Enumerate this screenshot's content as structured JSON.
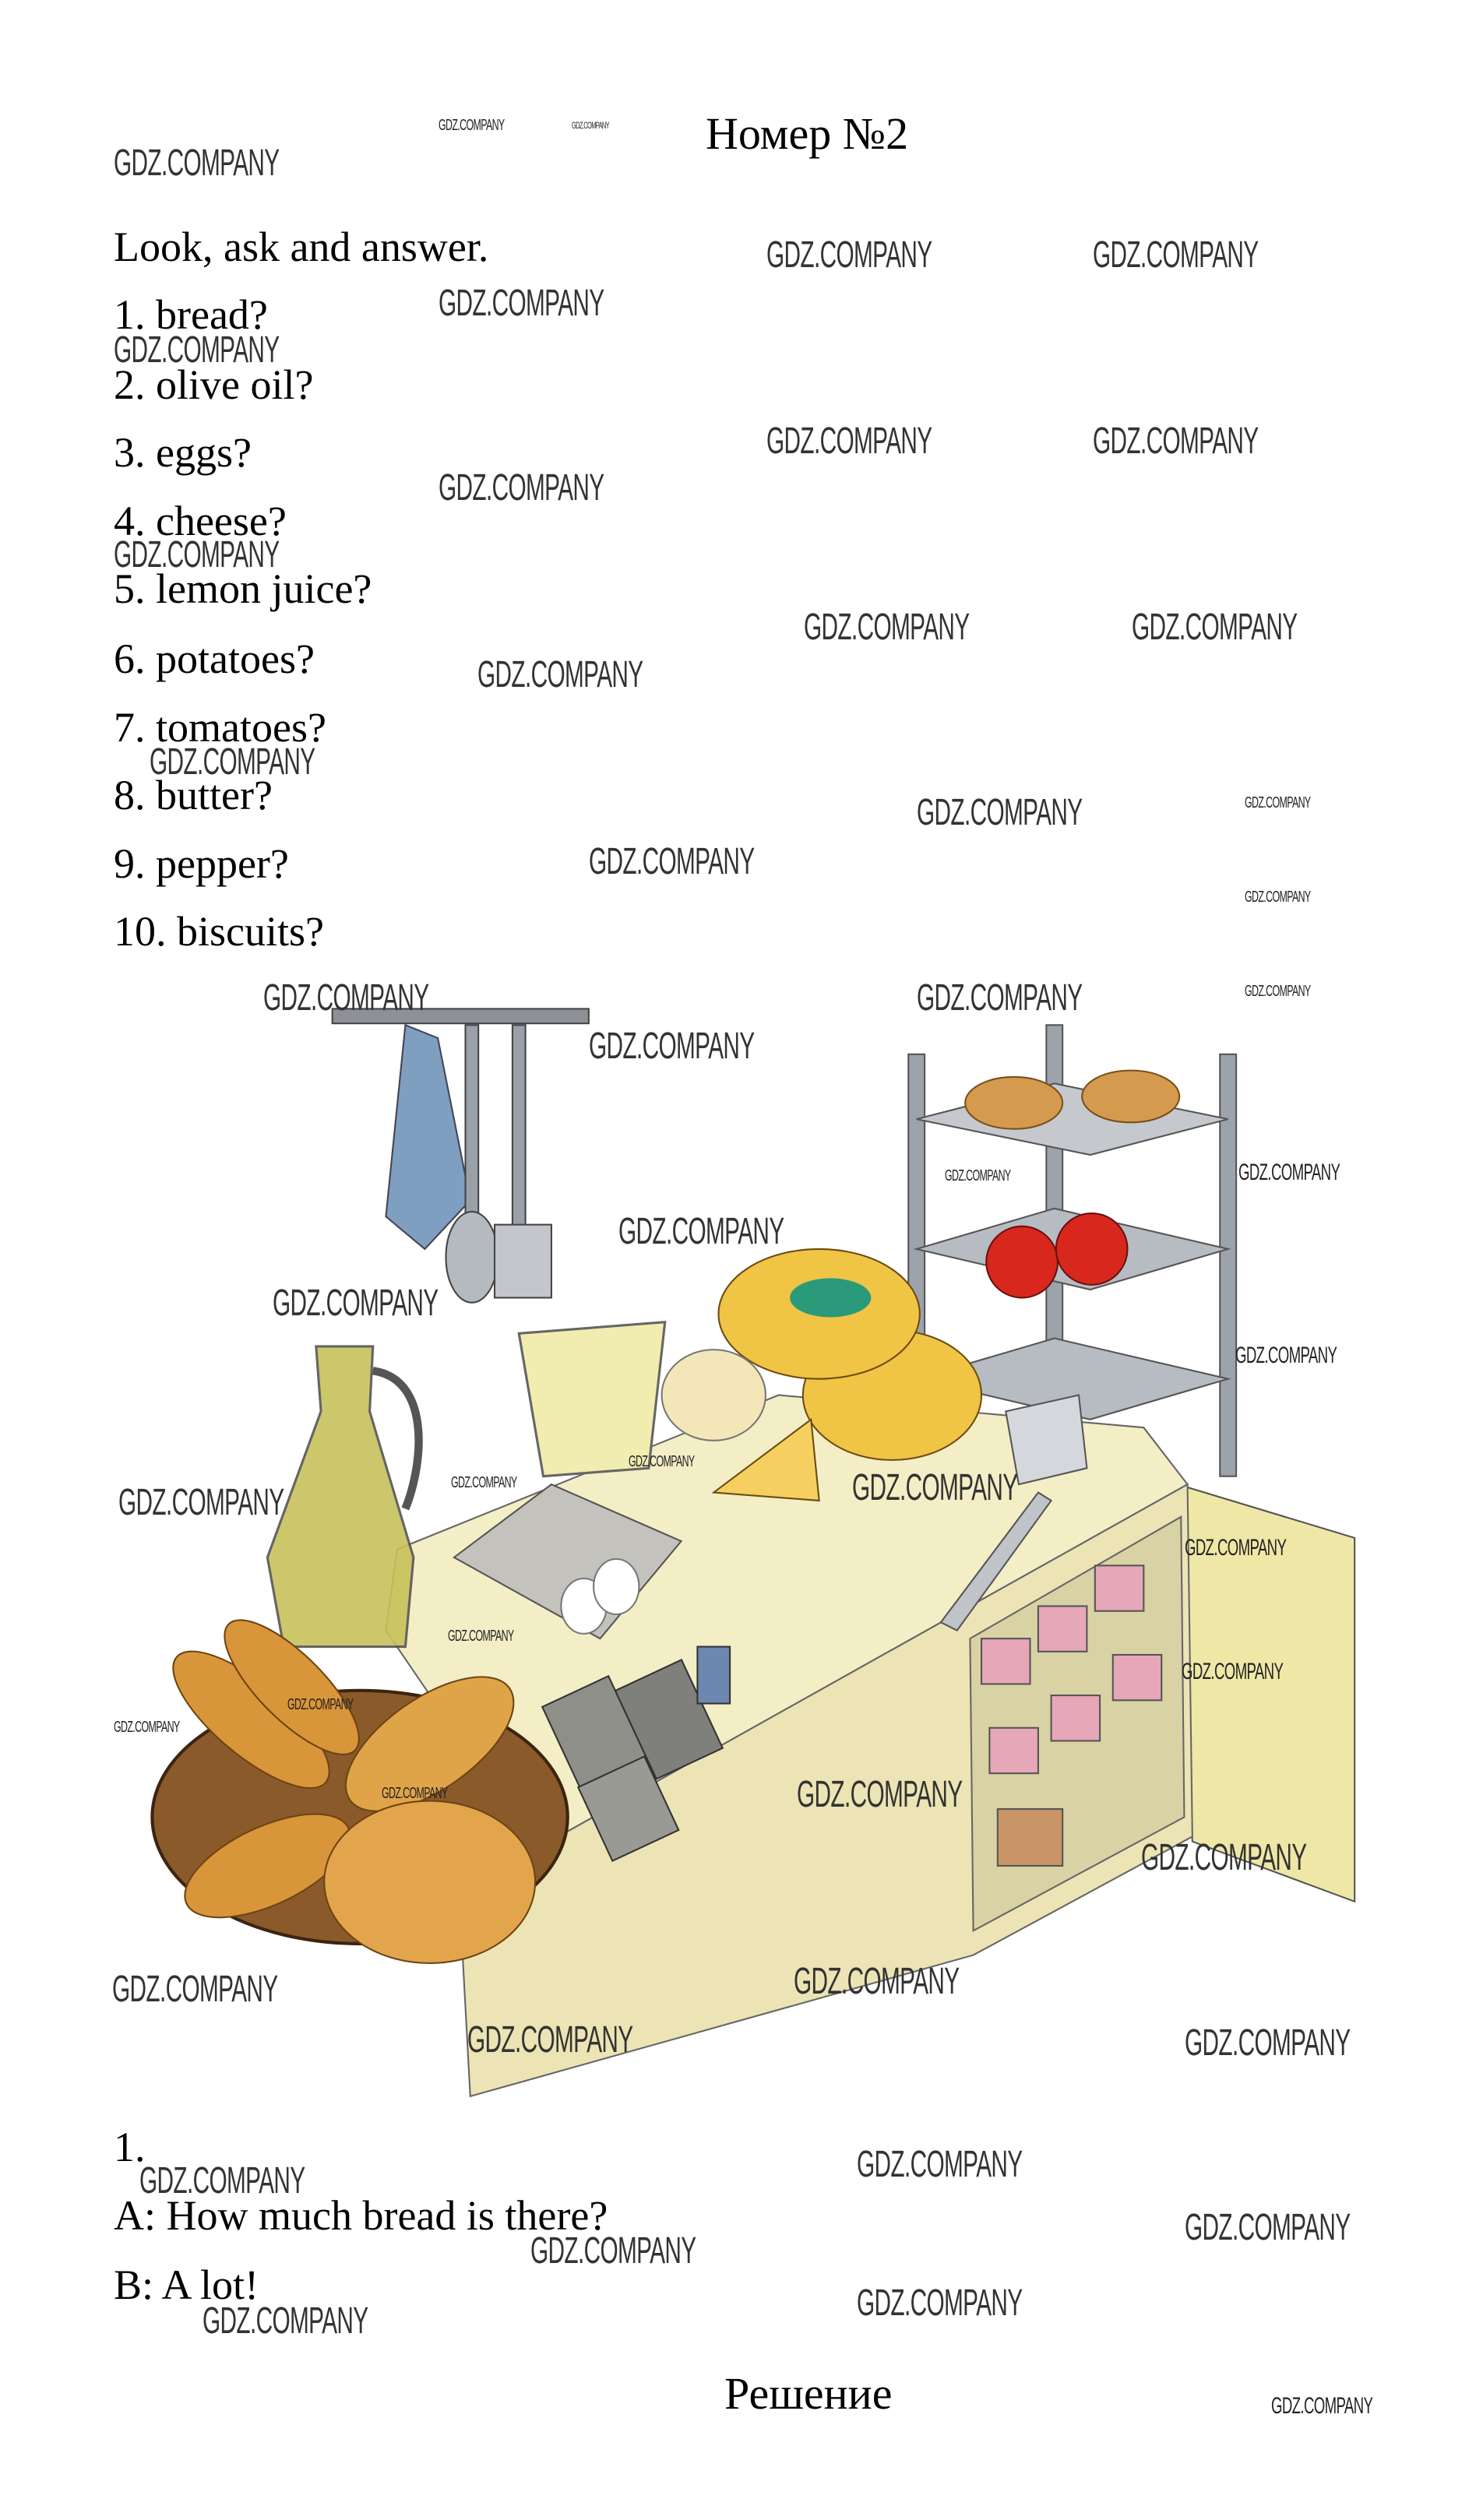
{
  "header": {
    "title": "Номер №2"
  },
  "task": {
    "instruction": "Look, ask and answer.",
    "items": [
      "1. bread?",
      "2. olive oil?",
      "3. eggs?",
      "4. cheese?",
      "5. lemon juice?",
      "6. potatoes?",
      "7. tomatoes?",
      "8. butter?",
      "9. pepper?",
      "10. biscuits?"
    ]
  },
  "example": {
    "number": "1.",
    "question": "A: How much bread is there?",
    "answer": "B: A lot!"
  },
  "footer": {
    "solution_label": "Решение"
  },
  "watermark": {
    "text": "GDZ.COMPANY"
  },
  "colors": {
    "counter": "#f4eec6",
    "cheese": "#f0c445",
    "tomato": "#d8281e",
    "bread": "#d9953a"
  }
}
